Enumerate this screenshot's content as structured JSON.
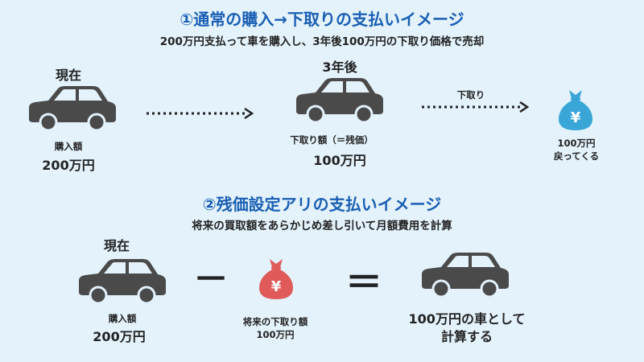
{
  "section1": {
    "title": "①通常の購入→下取りの支払いイメージ",
    "subtitle": "200万円支払って車を購入し、3年後100万円の下取り価格で売却",
    "now_label": "現在",
    "purchase_label": "購入額",
    "purchase_price": "200万円",
    "later_label": "3年後",
    "tradein_label": "下取り額（＝残価）",
    "tradein_price": "100万円",
    "arrow_label": "下取り",
    "bag_symbol": "¥",
    "return_amount": "100万円",
    "return_text": "戻ってくる"
  },
  "section2": {
    "title": "②残価設定アリの支払いイメージ",
    "subtitle": "将来の買取額をあらかじめ差し引いて月額費用を計算",
    "now_label": "現在",
    "purchase_label": "購入額",
    "purchase_price": "200万円",
    "minus": "－",
    "bag_symbol": "¥",
    "future_label": "将来の下取り額",
    "future_price": "100万円",
    "equals": "＝",
    "result_line1": "100万円の車として",
    "result_line2": "計算する"
  },
  "colors": {
    "title": "#1a5fb4",
    "background": "#e3f2fb",
    "car": "#4a4a4a",
    "bag_blue": "#3aa6d8",
    "bag_red": "#e05a5a"
  }
}
